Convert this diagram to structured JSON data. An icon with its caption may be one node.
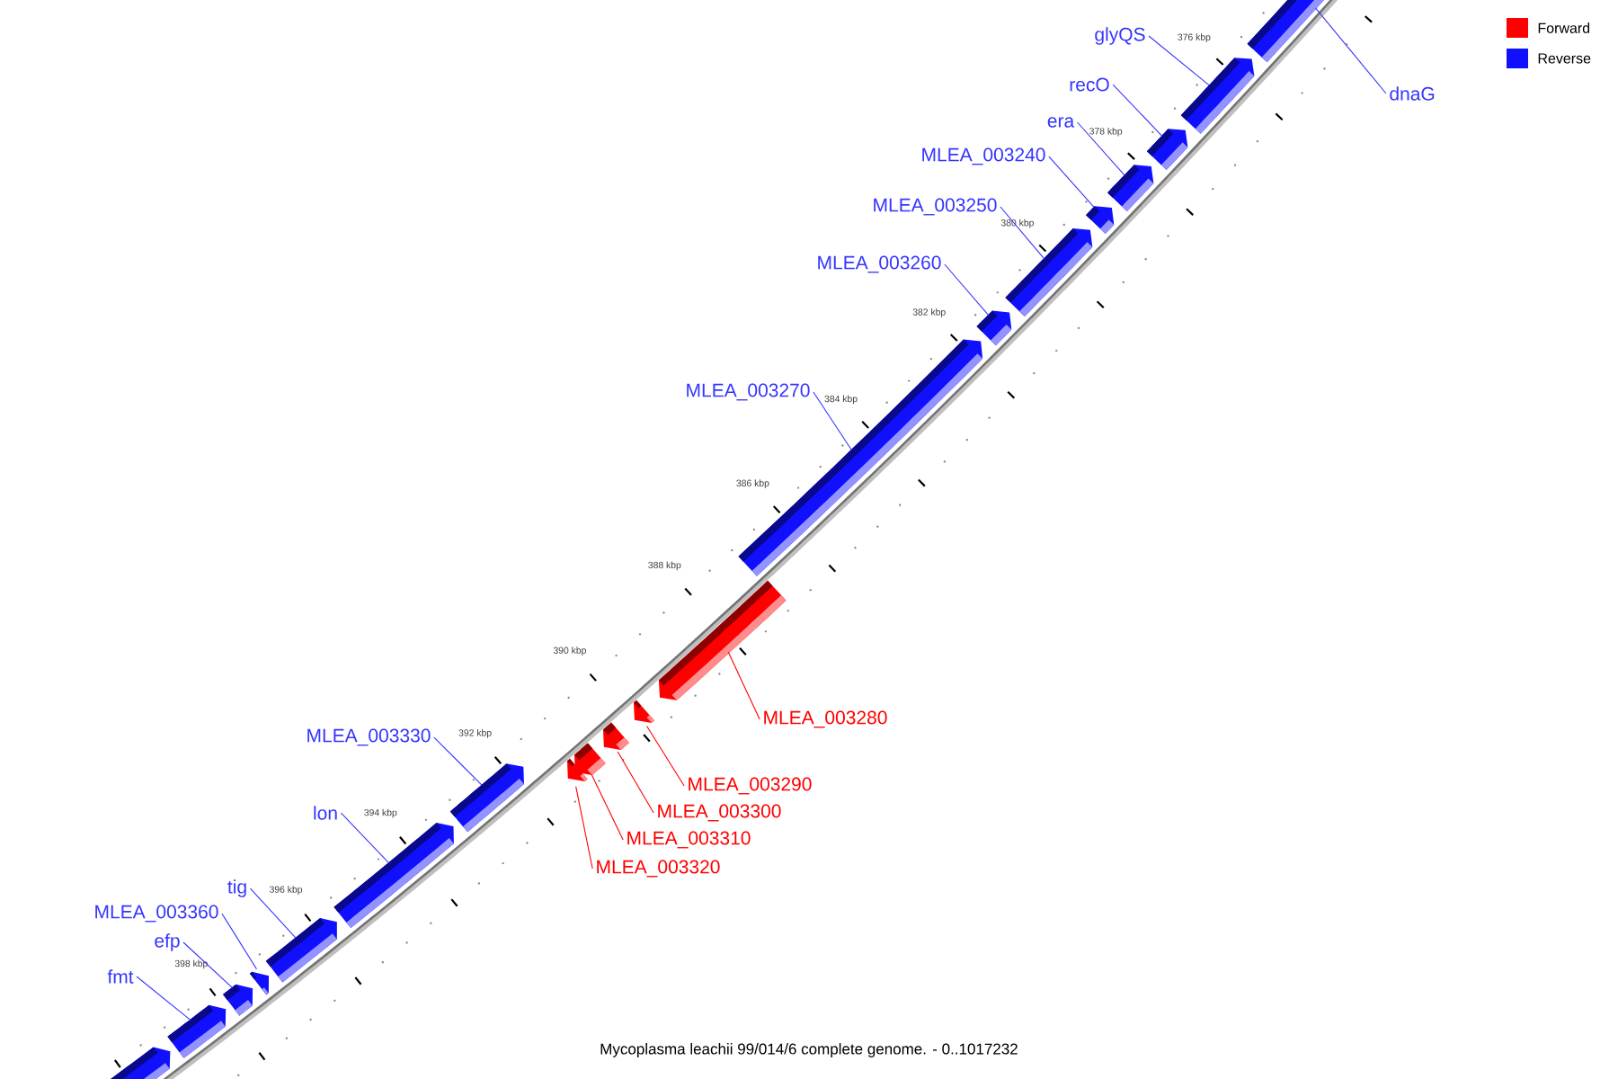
{
  "diagram": {
    "caption": "Mycoplasma leachii 99/014/6 complete genome. - 0..1017232",
    "nodes": [
      {
        "text": [
          "glyQS"
        ]
      },
      {
        "text": [
          "recO"
        ]
      },
      {
        "text": [
          "dnaG"
        ]
      },
      {
        "text": [
          "era"
        ]
      },
      {
        "text": [
          "MLEA_003240"
        ]
      },
      {
        "text": [
          "MLEA_003250"
        ]
      },
      {
        "text": [
          "MLEA_003260"
        ]
      },
      {
        "text": [
          "MLEA_003270"
        ]
      },
      {
        "text": [
          "MLEA_003280"
        ]
      },
      {
        "text": [
          "MLEA_003330"
        ]
      },
      {
        "text": [
          "MLEA_003290"
        ]
      },
      {
        "text": [
          "MLEA_003300"
        ]
      },
      {
        "text": [
          "lon"
        ]
      },
      {
        "text": [
          "MLEA_003310"
        ]
      },
      {
        "text": [
          "MLEA_003320"
        ]
      },
      {
        "text": [
          "tig"
        ]
      },
      {
        "text": [
          "MLEA_003360"
        ]
      },
      {
        "text": [
          "efp"
        ]
      },
      {
        "text": [
          "fmt"
        ]
      },
      {
        "text": [],
        "shape": "arrow"
      },
      {
        "text": [],
        "shape": "arrow"
      },
      {
        "text": [],
        "shape": "arrow"
      },
      {
        "text": [],
        "shape": "arrow"
      },
      {
        "text": [],
        "shape": "arrow"
      },
      {
        "text": [],
        "shape": "arrow"
      },
      {
        "text": [],
        "shape": "arrow"
      },
      {
        "text": [],
        "shape": "arrow"
      },
      {
        "text": [],
        "shape": "arrow"
      },
      {
        "text": [],
        "shape": "arrow"
      },
      {
        "text": [],
        "shape": "arrow"
      },
      {
        "text": [],
        "shape": "arrow"
      },
      {
        "text": [],
        "shape": "arrow"
      },
      {
        "text": [],
        "shape": "arrow"
      },
      {
        "text": [],
        "shape": "arrow"
      },
      {
        "text": [],
        "shape": "arrow"
      },
      {
        "text": [],
        "shape": "arrow"
      },
      {
        "text": [],
        "shape": "arrow"
      },
      {
        "text": [],
        "shape": "arrow"
      },
      {
        "text": [],
        "shape": "arrow"
      }
    ],
    "edges": [
      {
        "from": 0,
        "to": 20,
        "arrow": "none"
      },
      {
        "from": 1,
        "to": 21,
        "arrow": "none"
      },
      {
        "from": 2,
        "to": 19,
        "arrow": "none"
      },
      {
        "from": 3,
        "to": 22,
        "arrow": "none"
      },
      {
        "from": 4,
        "to": 23,
        "arrow": "none"
      },
      {
        "from": 5,
        "to": 24,
        "arrow": "none"
      },
      {
        "from": 6,
        "to": 25,
        "arrow": "none"
      },
      {
        "from": 7,
        "to": 26,
        "arrow": "none"
      },
      {
        "from": 8,
        "to": 27,
        "arrow": "none",
        "color": "#ff0000"
      },
      {
        "from": 9,
        "to": 31,
        "arrow": "none"
      },
      {
        "from": 10,
        "to": 28,
        "arrow": "none",
        "color": "#ff0000"
      },
      {
        "from": 11,
        "to": 29,
        "arrow": "none",
        "color": "#ff0000"
      },
      {
        "from": 12,
        "to": 33,
        "arrow": "none"
      },
      {
        "from": 13,
        "to": 30,
        "arrow": "none",
        "color": "#ff0000"
      },
      {
        "from": 14,
        "to": 32,
        "arrow": "none",
        "color": "#ff0000"
      },
      {
        "from": 15,
        "to": 34,
        "arrow": "none"
      },
      {
        "from": 16,
        "to": 35,
        "arrow": "none"
      },
      {
        "from": 17,
        "to": 36,
        "arrow": "none"
      },
      {
        "from": 18,
        "to": 37,
        "arrow": "none"
      }
    ],
    "labels": [
      "376 kbp",
      "378 kbp",
      "380 kbp",
      "382 kbp",
      "384 kbp",
      "386 kbp",
      "388 kbp",
      "390 kbp",
      "392 kbp",
      "394 kbp",
      "396 kbp",
      "398 kbp"
    ],
    "legend": [
      {
        "text": "Forward",
        "color": "#ff0000"
      },
      {
        "text": "Reverse",
        "color": "#1010ff"
      }
    ]
  }
}
